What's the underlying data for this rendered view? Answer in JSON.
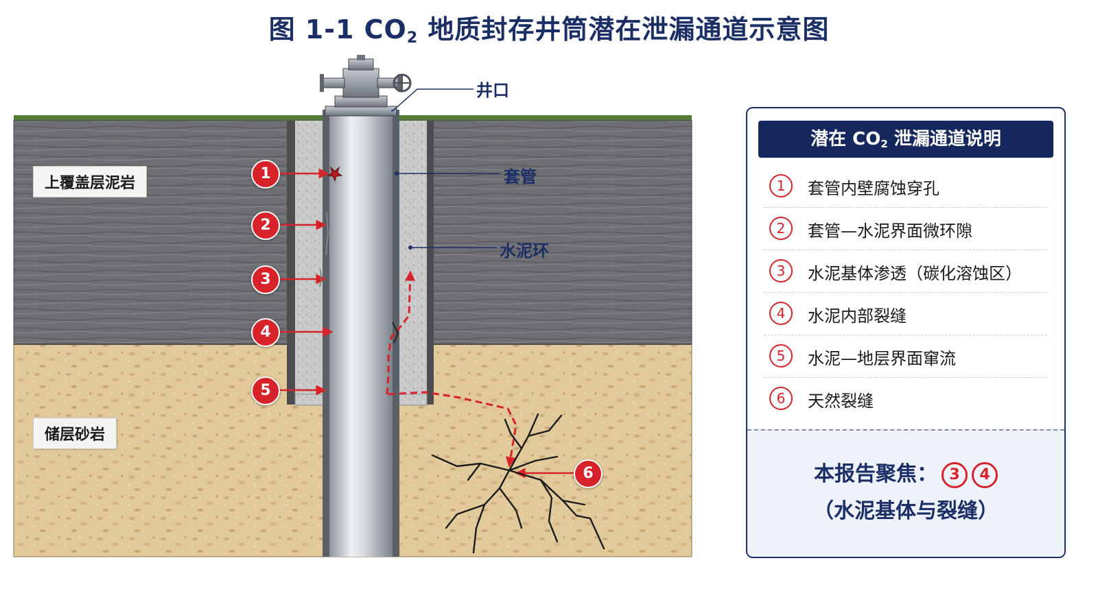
{
  "title": {
    "prefix": "图 1-1 CO",
    "subscript": "2",
    "suffix": " 地质封存井筒潜在泄漏通道示意图"
  },
  "layers": {
    "caprock": "上覆盖层泥岩",
    "reservoir": "储层砂岩"
  },
  "callouts": {
    "wellhead": "井口",
    "casing": "套管",
    "cement_ring": "水泥环"
  },
  "markers": [
    "1",
    "2",
    "3",
    "4",
    "5",
    "6"
  ],
  "legend": {
    "header_prefix": "潜在 CO",
    "header_sub": "2",
    "header_suffix": " 泄漏通道说明",
    "items": [
      {
        "num": "1",
        "text": "套管内壁腐蚀穿孔"
      },
      {
        "num": "2",
        "text": "套管—水泥界面微环隙"
      },
      {
        "num": "3",
        "text": "水泥基体渗透（碳化溶蚀区）"
      },
      {
        "num": "4",
        "text": "水泥内部裂缝"
      },
      {
        "num": "5",
        "text": "水泥—地层界面窜流"
      },
      {
        "num": "6",
        "text": "天然裂缝"
      }
    ],
    "focus_label": "本报告聚焦：",
    "focus_nums": [
      "3",
      "4"
    ],
    "focus_sub": "（水泥基体与裂缝）"
  },
  "colors": {
    "title": "#1b2f66",
    "marker": "#d8222a",
    "caprock": "#6e6f72",
    "reservoir": "#e2c99a",
    "cement": "#c9c9c9",
    "casing": "#c7ccd2",
    "legend_header": "#14285e"
  }
}
